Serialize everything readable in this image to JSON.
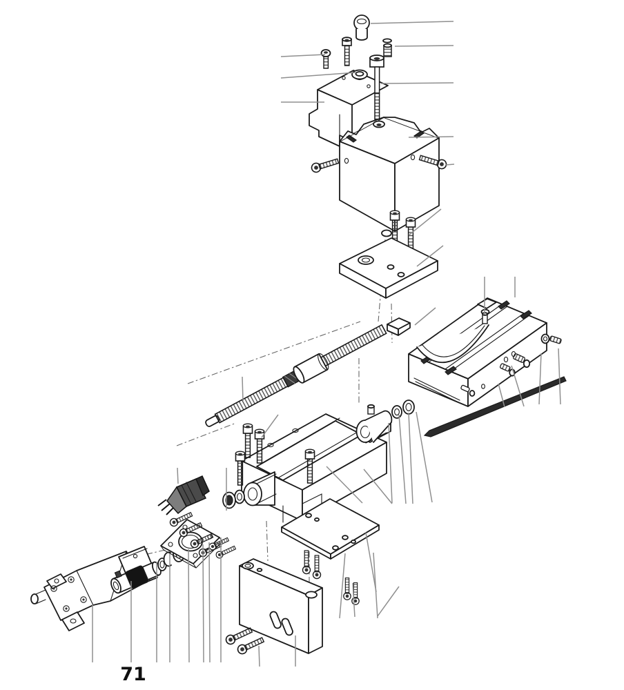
{
  "figure": {
    "label": "71",
    "type": "exploded-parts-diagram"
  },
  "colors": {
    "background": "#ffffff",
    "line": "#1a1a1a",
    "callout": "#8f8f8f",
    "centerline": "#666666",
    "dark_fill": "#2b2b2b"
  },
  "parts": [
    "cap-knob",
    "grub-screw",
    "cap-screw-small",
    "cap-screw",
    "long-socket-bolt",
    "clamp-block",
    "tool-block",
    "block-side-screws",
    "mounting-bolts",
    "adapter-plate",
    "gib-key",
    "swivel-base",
    "swivel-tab-pin",
    "gib-adjust-screws",
    "end-screw-washer",
    "gib-rod",
    "leadscrew",
    "leadscrew-collar",
    "saddle-body",
    "bearing-boss",
    "thrust-washers",
    "bearing-block",
    "cover-plate",
    "cover-screws",
    "mount-block",
    "mount-bolts",
    "motor-flange",
    "flange-bolts",
    "spacer-washers",
    "shaft-coupling",
    "stepper-motor",
    "power-connector"
  ]
}
